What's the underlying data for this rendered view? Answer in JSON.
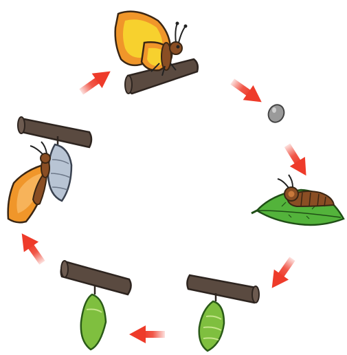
{
  "diagram": {
    "type": "life-cycle",
    "stages": [
      {
        "name": "adult-butterfly",
        "icon": "butterfly-on-branch-icon"
      },
      {
        "name": "egg",
        "icon": "egg-icon"
      },
      {
        "name": "caterpillar",
        "icon": "caterpillar-on-leaf-icon"
      },
      {
        "name": "young-chrysalis",
        "icon": "chrysalis-icon"
      },
      {
        "name": "mature-chrysalis",
        "icon": "chrysalis-icon"
      },
      {
        "name": "emerging-butterfly",
        "icon": "emerging-butterfly-icon"
      }
    ],
    "arrow_count": 6,
    "arrow_direction": "clockwise"
  },
  "colors": {
    "arrow": "#ee3b2a",
    "branch": "#5a4a40",
    "leaf": "#53b33b",
    "chrysalis": "#7fbf3f",
    "wing_orange": "#f0962a",
    "wing_yellow": "#f7d12e",
    "body_brown": "#8a4e24",
    "egg": "#9a9a9a",
    "pupa_shell": "#b8c4d4"
  }
}
